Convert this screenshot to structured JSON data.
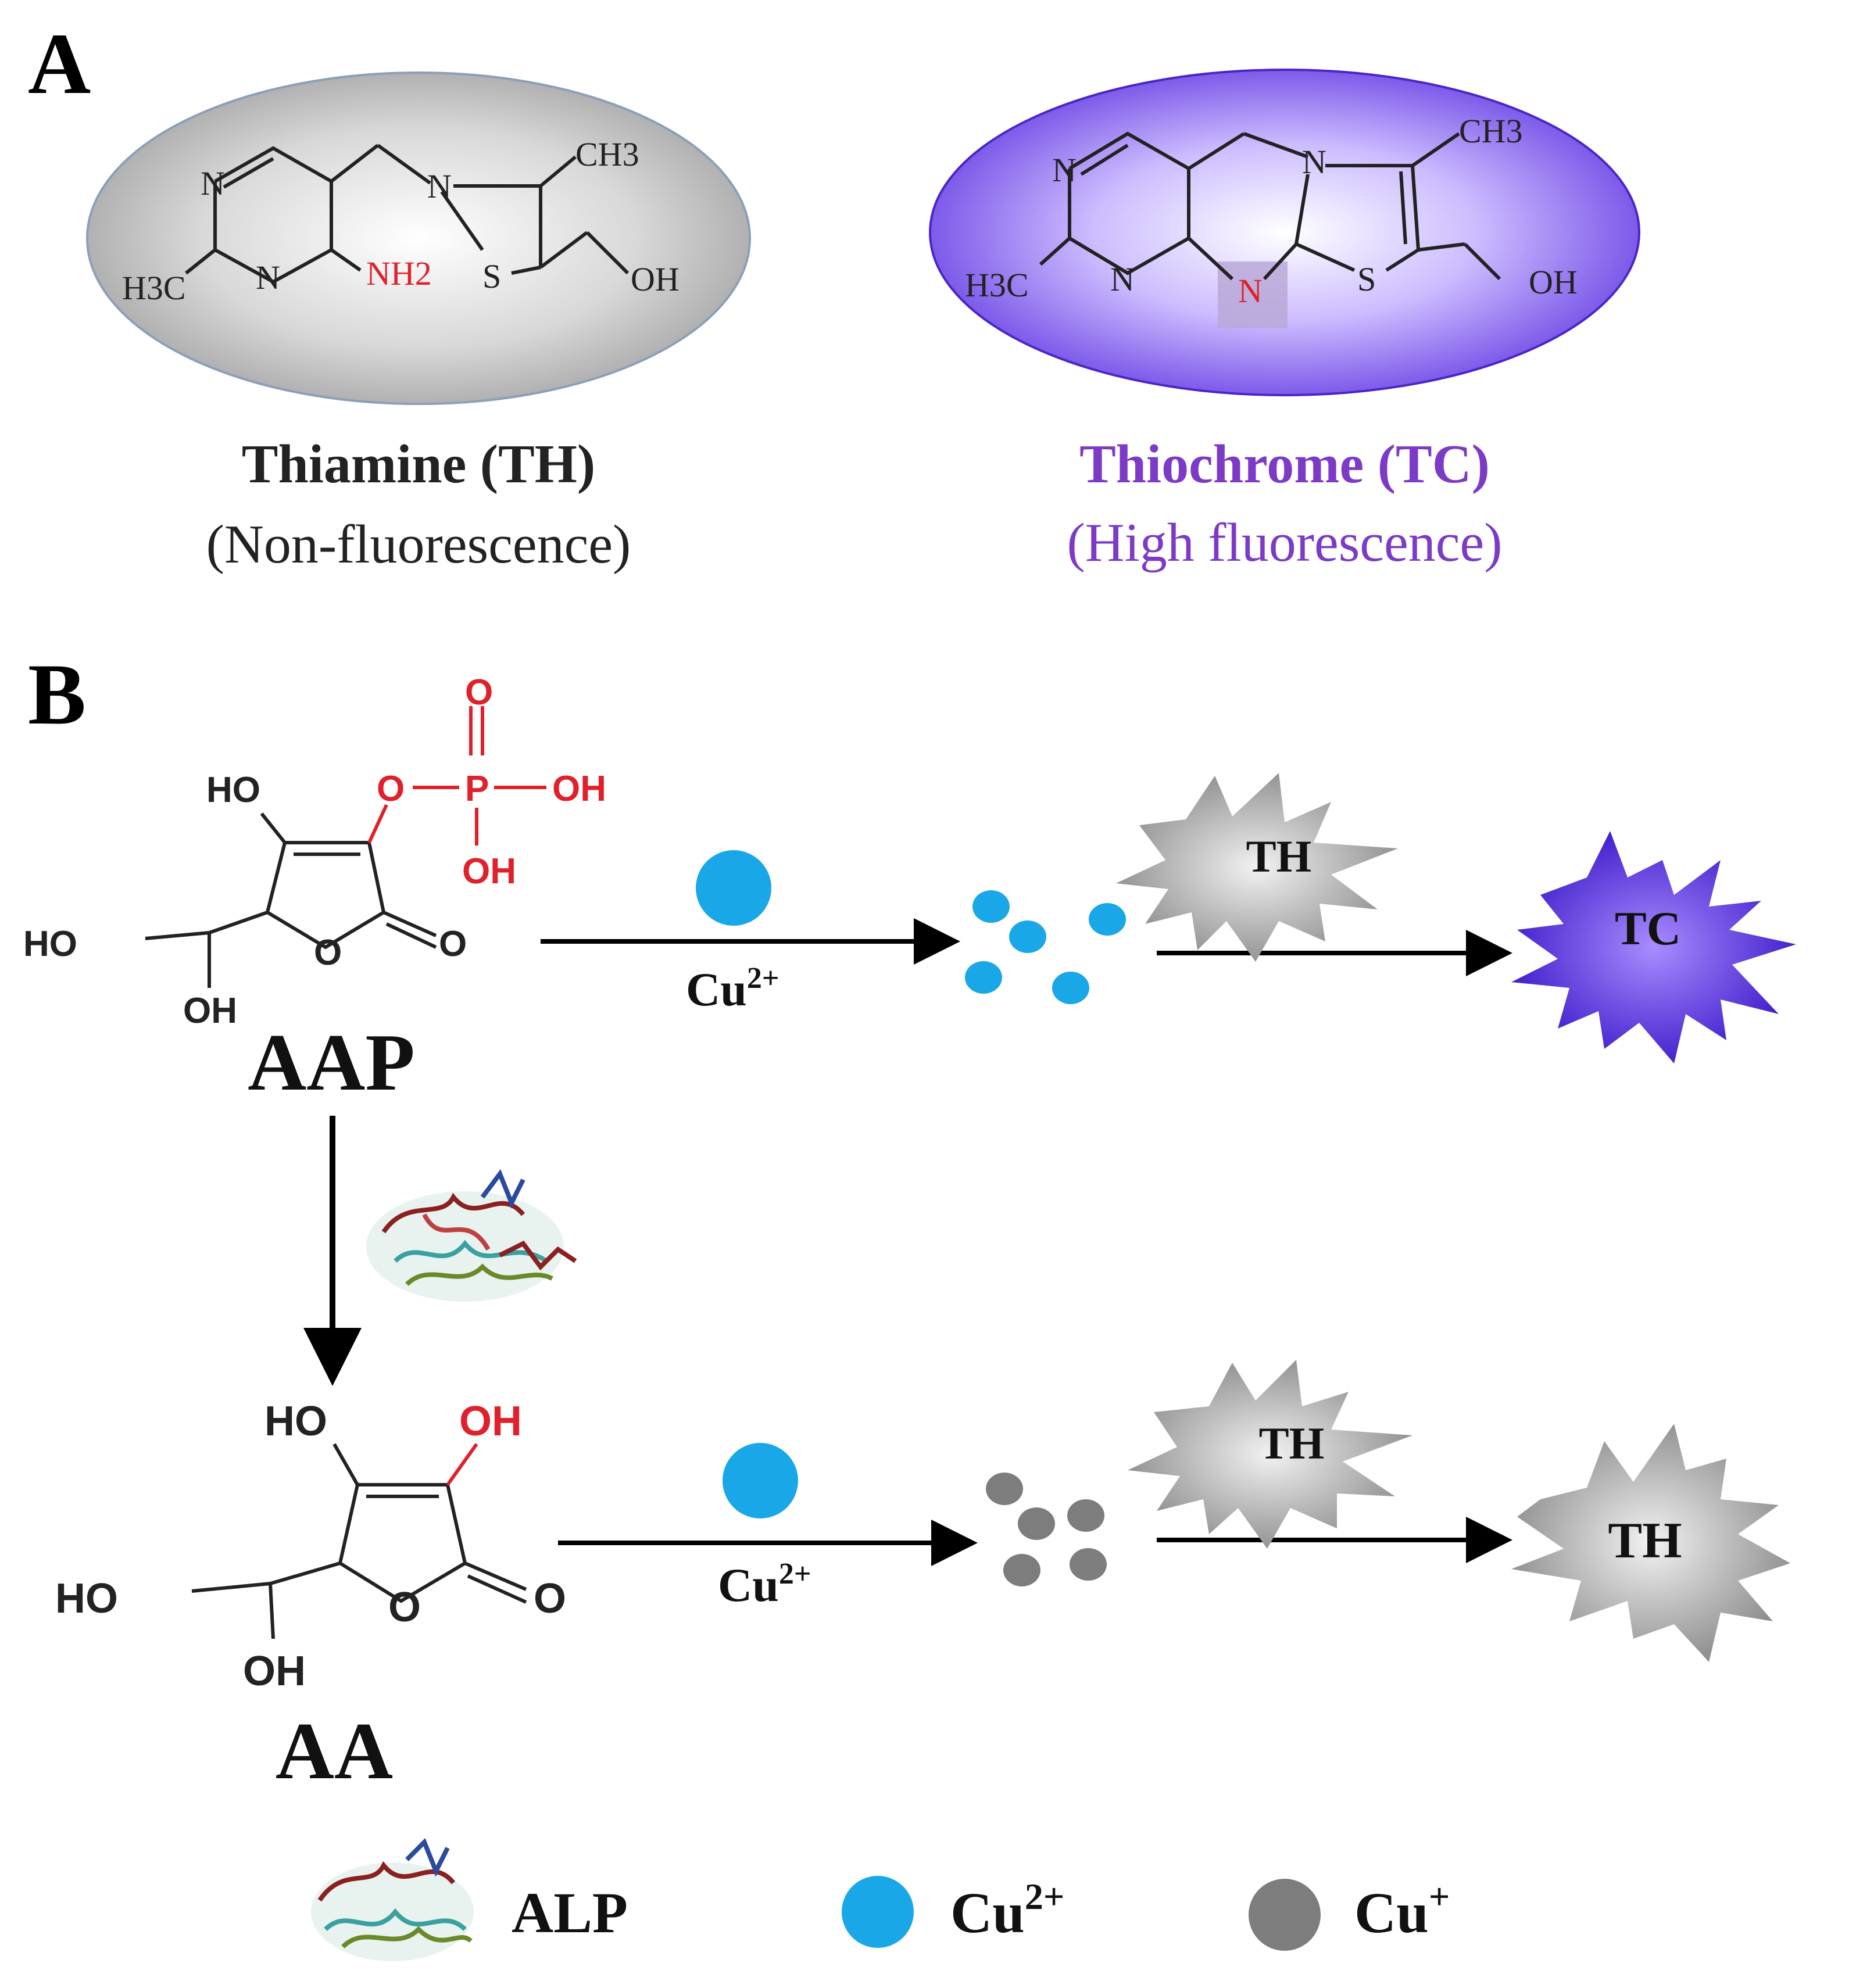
{
  "panel_a": {
    "label": "A",
    "thiamine": {
      "name": "Thiamine (TH)",
      "desc": "(Non-fluorescence)",
      "atoms": {
        "n1": "N",
        "n2": "N",
        "n3": "N",
        "s": "S",
        "ch3": "CH3",
        "h3c": "H3C",
        "nh2": "NH2",
        "oh": "OH"
      }
    },
    "thiochrome": {
      "name": "Thiochrome (TC)",
      "desc": "(High fluorescence)",
      "atoms": {
        "n1": "N",
        "n2": "N",
        "n3": "N",
        "n_red": "N",
        "s": "S",
        "ch3": "CH3",
        "h3c": "H3C",
        "oh": "OH"
      }
    }
  },
  "panel_b": {
    "label": "B",
    "aap": {
      "name": "AAP",
      "atoms": {
        "ho1": "HO",
        "ho2": "HO",
        "oh_bottom": "OH",
        "o_ring": "O",
        "o_carbonyl": "O",
        "o_ester": "O",
        "p": "P",
        "o_top": "O",
        "oh_p1": "OH",
        "oh_p2": "OH"
      }
    },
    "aa": {
      "name": "AA",
      "atoms": {
        "ho1": "HO",
        "ho2": "HO",
        "oh_red": "OH",
        "oh_bottom": "OH",
        "o_ring": "O",
        "o_carbonyl": "O"
      }
    },
    "top_row": {
      "cu_label": "Cu2+",
      "th_burst": "TH",
      "tc_burst": "TC"
    },
    "bottom_row": {
      "cu_label": "Cu2+",
      "th_burst": "TH",
      "th_result": "TH"
    }
  },
  "legend": {
    "alp": "ALP",
    "cu2": "Cu2+",
    "cu1": "Cu+"
  },
  "colors": {
    "cu2": "#1aa7e8",
    "cu1": "#7d7d7d",
    "tc_purple": "#5a30e0",
    "tc_text": "#7c3ac6",
    "red_atom": "#e0202a"
  }
}
